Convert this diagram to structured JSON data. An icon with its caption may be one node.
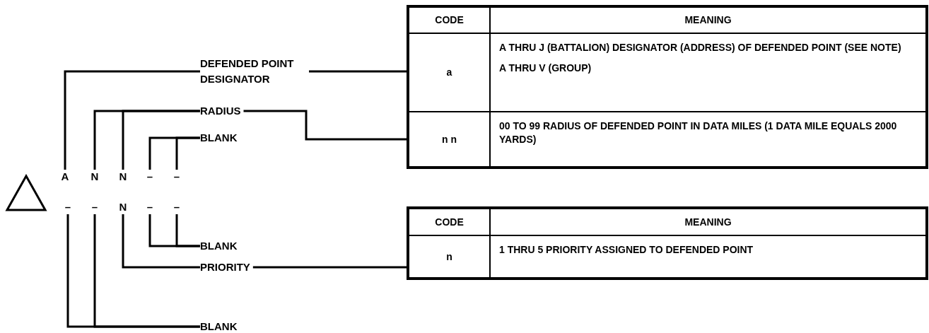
{
  "diagram": {
    "nodes": [
      {
        "text": [
          "DEFENDED POINT DESIGNATOR"
        ]
      },
      {
        "text": [
          "RADIUS"
        ]
      },
      {
        "text": [
          "BLANK"
        ]
      },
      {
        "text": [
          "BLANK"
        ]
      },
      {
        "text": [
          "PRIORITY"
        ]
      },
      {
        "text": [
          "BLANK"
        ]
      },
      {
        "text": [
          "A"
        ]
      },
      {
        "text": [
          "N"
        ]
      },
      {
        "text": [
          "N"
        ]
      },
      {
        "text": [
          "–"
        ]
      },
      {
        "text": [
          "–"
        ]
      },
      {
        "text": [
          "–"
        ]
      },
      {
        "text": [
          "–"
        ]
      },
      {
        "text": [
          "N"
        ]
      },
      {
        "text": [
          "–"
        ]
      },
      {
        "text": [
          "–"
        ]
      },
      {
        "text": [],
        "shape": "box"
      },
      {
        "text": [
          "CODE"
        ],
        "in": 16
      },
      {
        "text": [
          "MEANING"
        ],
        "in": 16
      },
      {
        "text": [
          "a"
        ],
        "in": 16
      },
      {
        "text": [
          "A THRU J (BATTALION) DESIGNATOR (ADDRESS) OF DEFENDED POINT (SEE NOTE)",
          "A THRU V (GROUP)"
        ],
        "in": 16
      },
      {
        "text": [
          "n n"
        ],
        "in": 16
      },
      {
        "text": [
          "00 TO 99 RADIUS OF DEFENDED POINT IN DATA MILES (1 DATA MILE EQUALS 2000 YARDS)"
        ],
        "in": 16
      },
      {
        "text": [],
        "shape": "box"
      },
      {
        "text": [
          "CODE"
        ],
        "in": 23
      },
      {
        "text": [
          "MEANING"
        ],
        "in": 23
      },
      {
        "text": [
          "n"
        ],
        "in": 23
      },
      {
        "text": [
          "1 THRU 5 PRIORITY ASSIGNED TO DEFENDED POINT"
        ],
        "in": 23
      }
    ],
    "edges": [
      {
        "from": 6,
        "to": 0,
        "arrow": "none"
      },
      {
        "from": 7,
        "to": 1,
        "arrow": "none"
      },
      {
        "from": 8,
        "to": 1,
        "arrow": "none"
      },
      {
        "from": 9,
        "to": 2,
        "arrow": "none"
      },
      {
        "from": 10,
        "to": 2,
        "arrow": "none"
      },
      {
        "from": 14,
        "to": 3,
        "arrow": "none"
      },
      {
        "from": 15,
        "to": 3,
        "arrow": "none"
      },
      {
        "from": 13,
        "to": 4,
        "arrow": "none"
      },
      {
        "from": 11,
        "to": 5,
        "arrow": "none"
      },
      {
        "from": 12,
        "to": 5,
        "arrow": "none"
      },
      {
        "from": 0,
        "to": 19,
        "arrow": "none"
      },
      {
        "from": 1,
        "to": 21,
        "arrow": "none"
      },
      {
        "from": 4,
        "to": 26,
        "arrow": "none"
      }
    ]
  }
}
